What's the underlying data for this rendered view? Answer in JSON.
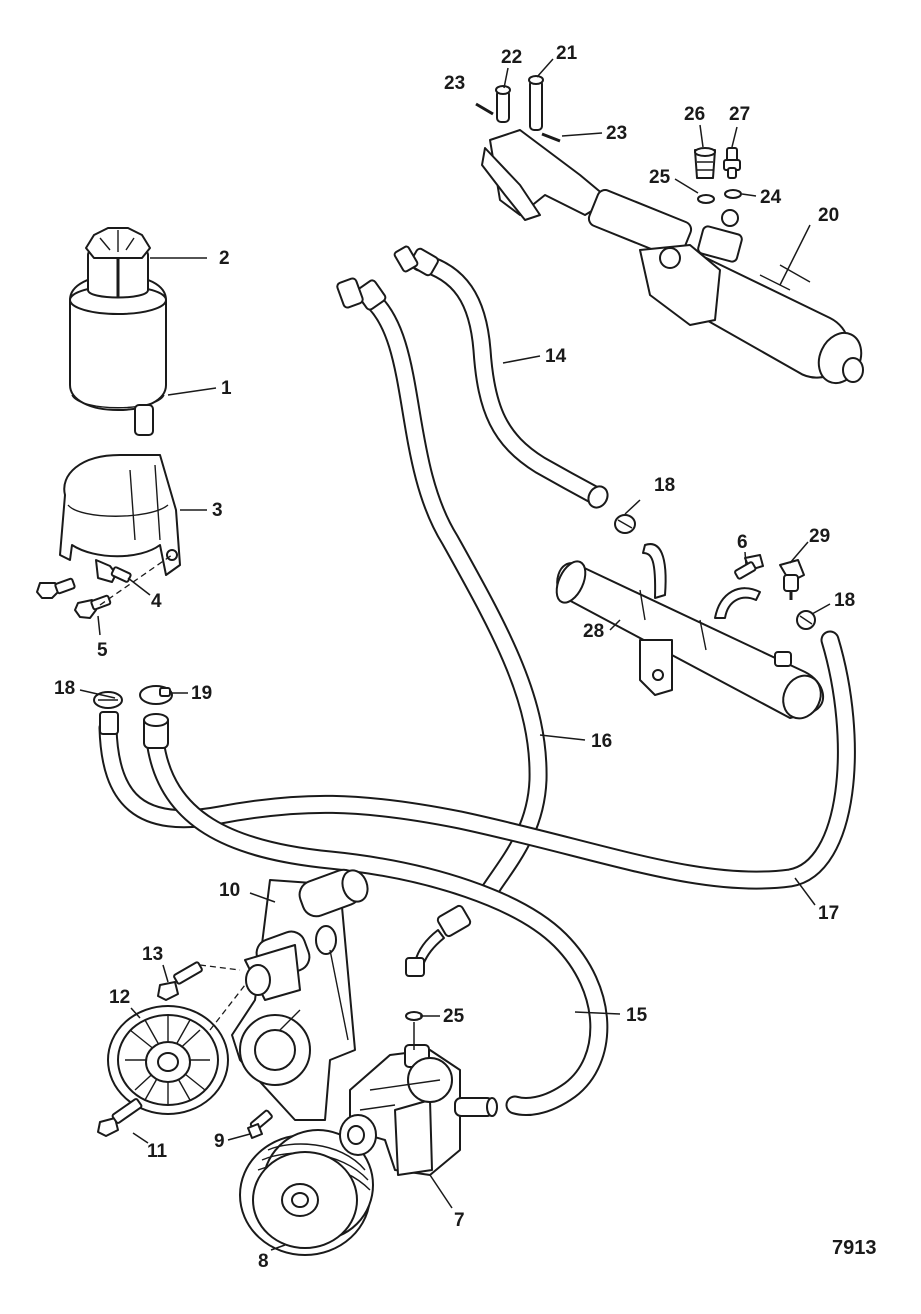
{
  "figure_number": "7913",
  "callouts": {
    "c1": "1",
    "c2": "2",
    "c3": "3",
    "c4": "4",
    "c5": "5",
    "c6": "6",
    "c7": "7",
    "c8": "8",
    "c9": "9",
    "c10": "10",
    "c11": "11",
    "c12": "12",
    "c13": "13",
    "c14": "14",
    "c15": "15",
    "c16": "16",
    "c17": "17",
    "c18": "18",
    "c19": "19",
    "c20": "20",
    "c21": "21",
    "c22": "22",
    "c23": "23",
    "c24": "24",
    "c25": "25",
    "c26": "26",
    "c27": "27",
    "c28": "28",
    "c29": "29"
  }
}
